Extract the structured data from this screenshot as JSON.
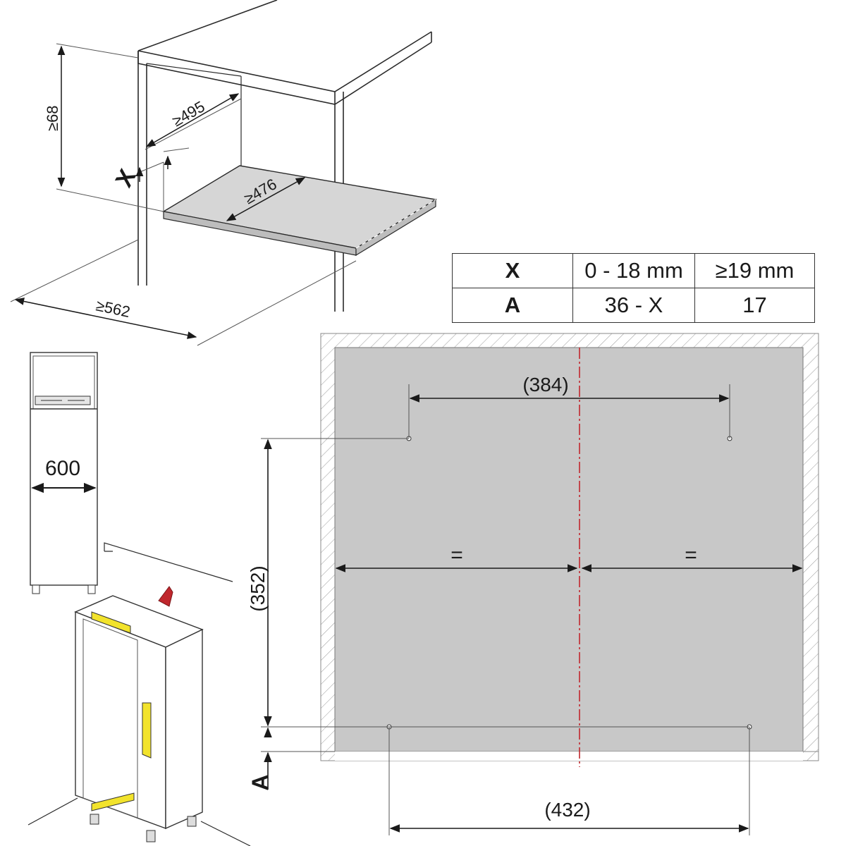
{
  "cabinet_dims": {
    "height_min": "≥68",
    "depth_top": "≥495",
    "shelf_depth": "≥476",
    "width_min": "≥562",
    "x_label": "X"
  },
  "spec_table": {
    "rows": [
      {
        "key": "X",
        "col1": "0 - 18 mm",
        "col2": "≥19 mm"
      },
      {
        "key": "A",
        "col1": "36 - X",
        "col2": "17"
      }
    ]
  },
  "small_cabinet": {
    "width": "600"
  },
  "mounting": {
    "top_spacing": "(384)",
    "vertical_spacing": "(352)",
    "bottom_spacing": "(432)",
    "equal_left": "=",
    "equal_right": "=",
    "a_label": "A"
  },
  "colors": {
    "panel_gray": "#c8c8c8",
    "centerline_red": "#c0272d",
    "level_yellow": "#f2e32c",
    "bracket_red": "#c0272d"
  }
}
